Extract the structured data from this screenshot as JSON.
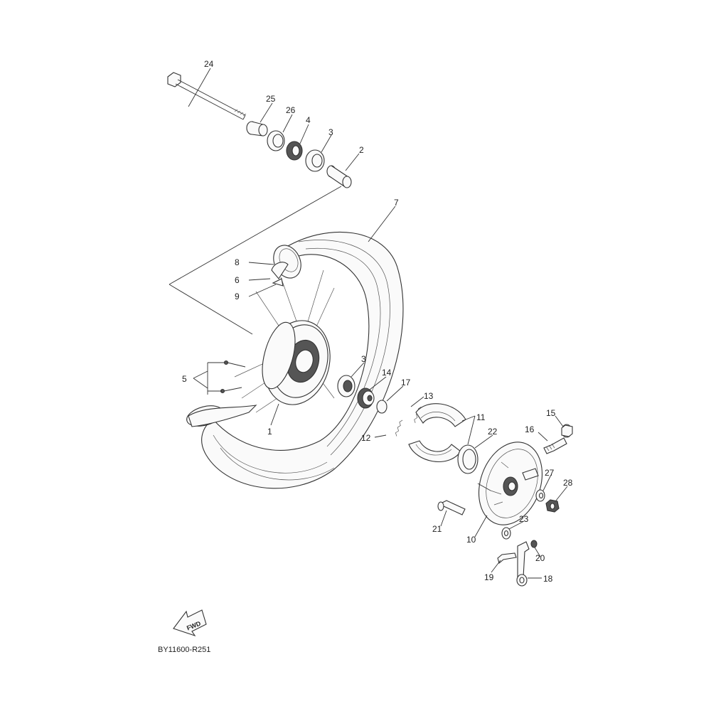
{
  "labels": {
    "p1": "1",
    "p2": "2",
    "p3a": "3",
    "p3b": "3",
    "p4": "4",
    "p5": "5",
    "p6": "6",
    "p7": "7",
    "p8": "8",
    "p9": "9",
    "p10": "10",
    "p11": "11",
    "p12": "12",
    "p13": "13",
    "p14": "14",
    "p15": "15",
    "p16": "16",
    "p17": "17",
    "p18": "18",
    "p19": "19",
    "p20": "20",
    "p21": "21",
    "p22": "22",
    "p23": "23",
    "p24": "24",
    "p25": "25",
    "p26": "26",
    "p27": "27",
    "p28": "28"
  },
  "fwd_label": "FWD",
  "diagram_code": "BY11600-R251"
}
